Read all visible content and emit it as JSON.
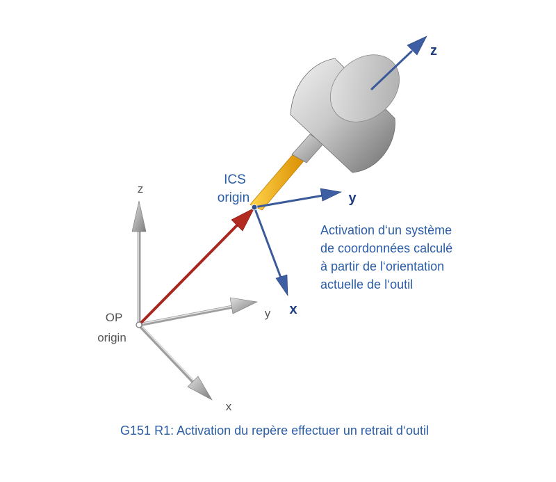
{
  "op_axes": {
    "z_label": "z",
    "y_label": "y",
    "x_label": "x"
  },
  "op_origin": {
    "line1": "OP",
    "line2": "origin"
  },
  "ics_origin": {
    "line1": "ICS",
    "line2": "origin"
  },
  "ics_axes": {
    "z_label": "z",
    "y_label": "y",
    "x_label": "x"
  },
  "annotation": {
    "line1": "Activation d‘un système",
    "line2": "de coordonnées calculé",
    "line3": "à partir de l‘orientation",
    "line4": "actuelle de l‘outil"
  },
  "caption": "G151 R1: Activation du repère effectuer un retrait d‘outil",
  "colors": {
    "op_axis": "#b0b0b0",
    "ics_axis": "#3b5a9a",
    "offset_vector": "#a8271f",
    "tool_shank": "#f2b41c",
    "text_blue": "#2a5da6"
  }
}
